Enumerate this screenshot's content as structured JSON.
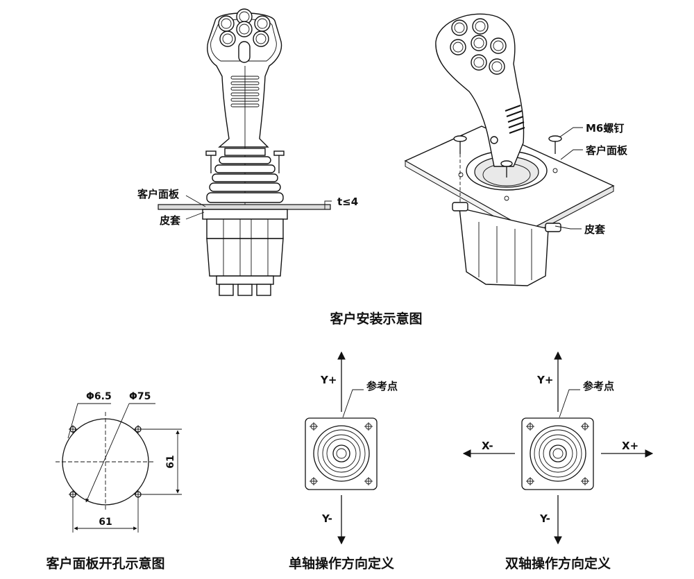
{
  "captions": {
    "install": "客户安装示意图",
    "panel_hole": "客户面板开孔示意图",
    "single_axis": "单轴操作方向定义",
    "dual_axis": "双轴操作方向定义"
  },
  "labels": {
    "panel": "客户面板",
    "boot": "皮套",
    "thickness": "t≤4",
    "screw": "M6螺钉",
    "panel_right": "客户面板",
    "boot_right": "皮套",
    "reference_point": "参考点",
    "reference_point_2": "参考点"
  },
  "dimensions": {
    "hole_dia": "Φ6.5",
    "cutout_dia": "Φ75",
    "horizontal_spacing": "61",
    "vertical_spacing": "61"
  },
  "axes": {
    "single": {
      "y_plus": "Y+",
      "y_minus": "Y-"
    },
    "dual": {
      "y_plus": "Y+",
      "y_minus": "Y-",
      "x_plus": "X+",
      "x_minus": "X-"
    }
  }
}
